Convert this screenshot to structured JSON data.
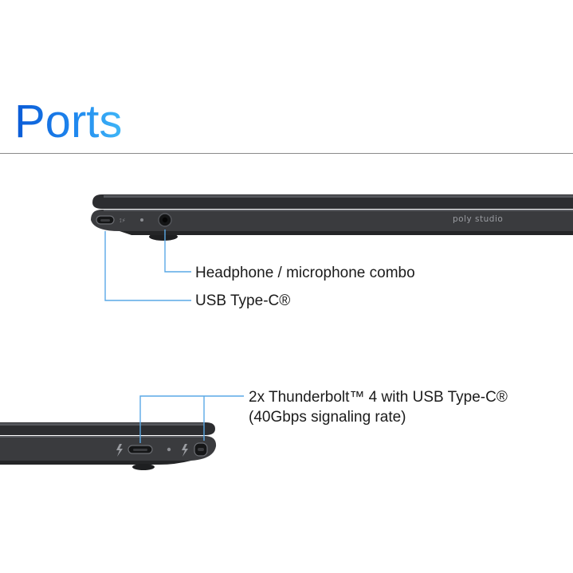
{
  "title": "Ports",
  "brand_mark": "poly studio",
  "top_view": {
    "callouts": [
      {
        "label": "Headphone / microphone combo"
      },
      {
        "label": "USB Type-C®"
      }
    ]
  },
  "bottom_view": {
    "callout_line1": "2x Thunderbolt™ 4 with USB Type-C®",
    "callout_line2": "(40Gbps signaling rate)"
  },
  "colors": {
    "title_gradient_start": "#0a5ad6",
    "title_gradient_end": "#3fb6f7",
    "leader_line": "#5aa9e6",
    "laptop_body": "#3a3b3e",
    "laptop_lid": "#2c2d30"
  },
  "icons": [
    "thunderbolt-icon",
    "usb-c-port-icon",
    "audio-jack-icon"
  ]
}
